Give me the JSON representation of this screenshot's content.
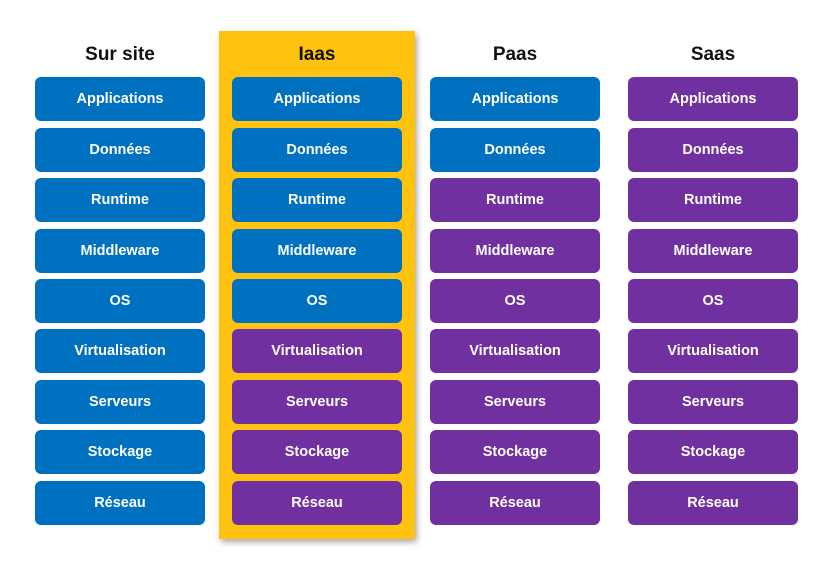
{
  "colors": {
    "client_managed": "#0070c0",
    "provider_managed": "#7030a0",
    "highlight": "#ffc20e"
  },
  "highlighted_column": "Iaas",
  "columns": [
    {
      "title": "Sur site",
      "cells": [
        {
          "label": "Applications",
          "color": "blue"
        },
        {
          "label": "Données",
          "color": "blue"
        },
        {
          "label": "Runtime",
          "color": "blue"
        },
        {
          "label": "Middleware",
          "color": "blue"
        },
        {
          "label": "OS",
          "color": "blue"
        },
        {
          "label": "Virtualisation",
          "color": "blue"
        },
        {
          "label": "Serveurs",
          "color": "blue"
        },
        {
          "label": "Stockage",
          "color": "blue"
        },
        {
          "label": "Réseau",
          "color": "blue"
        }
      ]
    },
    {
      "title": "Iaas",
      "cells": [
        {
          "label": "Applications",
          "color": "blue"
        },
        {
          "label": "Données",
          "color": "blue"
        },
        {
          "label": "Runtime",
          "color": "blue"
        },
        {
          "label": "Middleware",
          "color": "blue"
        },
        {
          "label": "OS",
          "color": "blue"
        },
        {
          "label": "Virtualisation",
          "color": "purple"
        },
        {
          "label": "Serveurs",
          "color": "purple"
        },
        {
          "label": "Stockage",
          "color": "purple"
        },
        {
          "label": "Réseau",
          "color": "purple"
        }
      ]
    },
    {
      "title": "Paas",
      "cells": [
        {
          "label": "Applications",
          "color": "blue"
        },
        {
          "label": "Données",
          "color": "blue"
        },
        {
          "label": "Runtime",
          "color": "purple"
        },
        {
          "label": "Middleware",
          "color": "purple"
        },
        {
          "label": "OS",
          "color": "purple"
        },
        {
          "label": "Virtualisation",
          "color": "purple"
        },
        {
          "label": "Serveurs",
          "color": "purple"
        },
        {
          "label": "Stockage",
          "color": "purple"
        },
        {
          "label": "Réseau",
          "color": "purple"
        }
      ]
    },
    {
      "title": "Saas",
      "cells": [
        {
          "label": "Applications",
          "color": "purple"
        },
        {
          "label": "Données",
          "color": "purple"
        },
        {
          "label": "Runtime",
          "color": "purple"
        },
        {
          "label": "Middleware",
          "color": "purple"
        },
        {
          "label": "OS",
          "color": "purple"
        },
        {
          "label": "Virtualisation",
          "color": "purple"
        },
        {
          "label": "Serveurs",
          "color": "purple"
        },
        {
          "label": "Stockage",
          "color": "purple"
        },
        {
          "label": "Réseau",
          "color": "purple"
        }
      ]
    }
  ]
}
